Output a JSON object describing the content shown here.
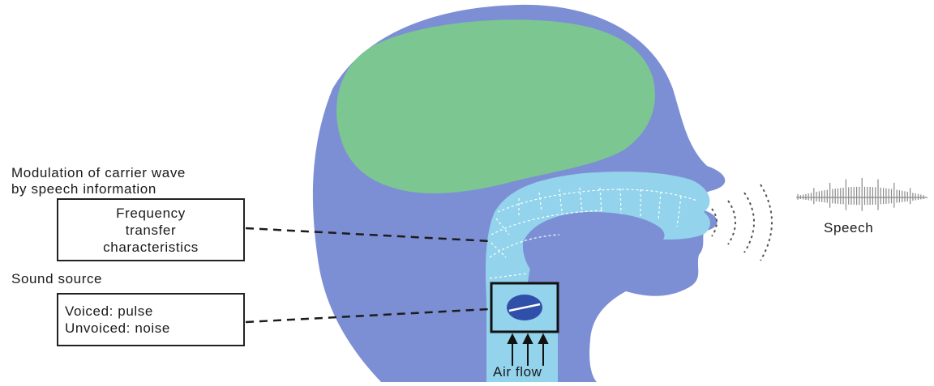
{
  "labels": {
    "modulation_line1": "Modulation of carrier wave",
    "modulation_line2": "by speech information",
    "frequency_line1": "Frequency",
    "frequency_line2": "transfer",
    "frequency_line3": "characteristics",
    "sound_source": "Sound source",
    "voiced": "Voiced: pulse",
    "unvoiced": "Unvoiced: noise",
    "speech": "Speech",
    "air_flow": "Air flow"
  },
  "colors": {
    "head": "#7d8fd4",
    "brain": "#7cc791",
    "vocal_tract": "#93d3ec",
    "glottis": "#2f4fa8",
    "line": "#1c1c1c",
    "wave": "#8a8a8a"
  }
}
